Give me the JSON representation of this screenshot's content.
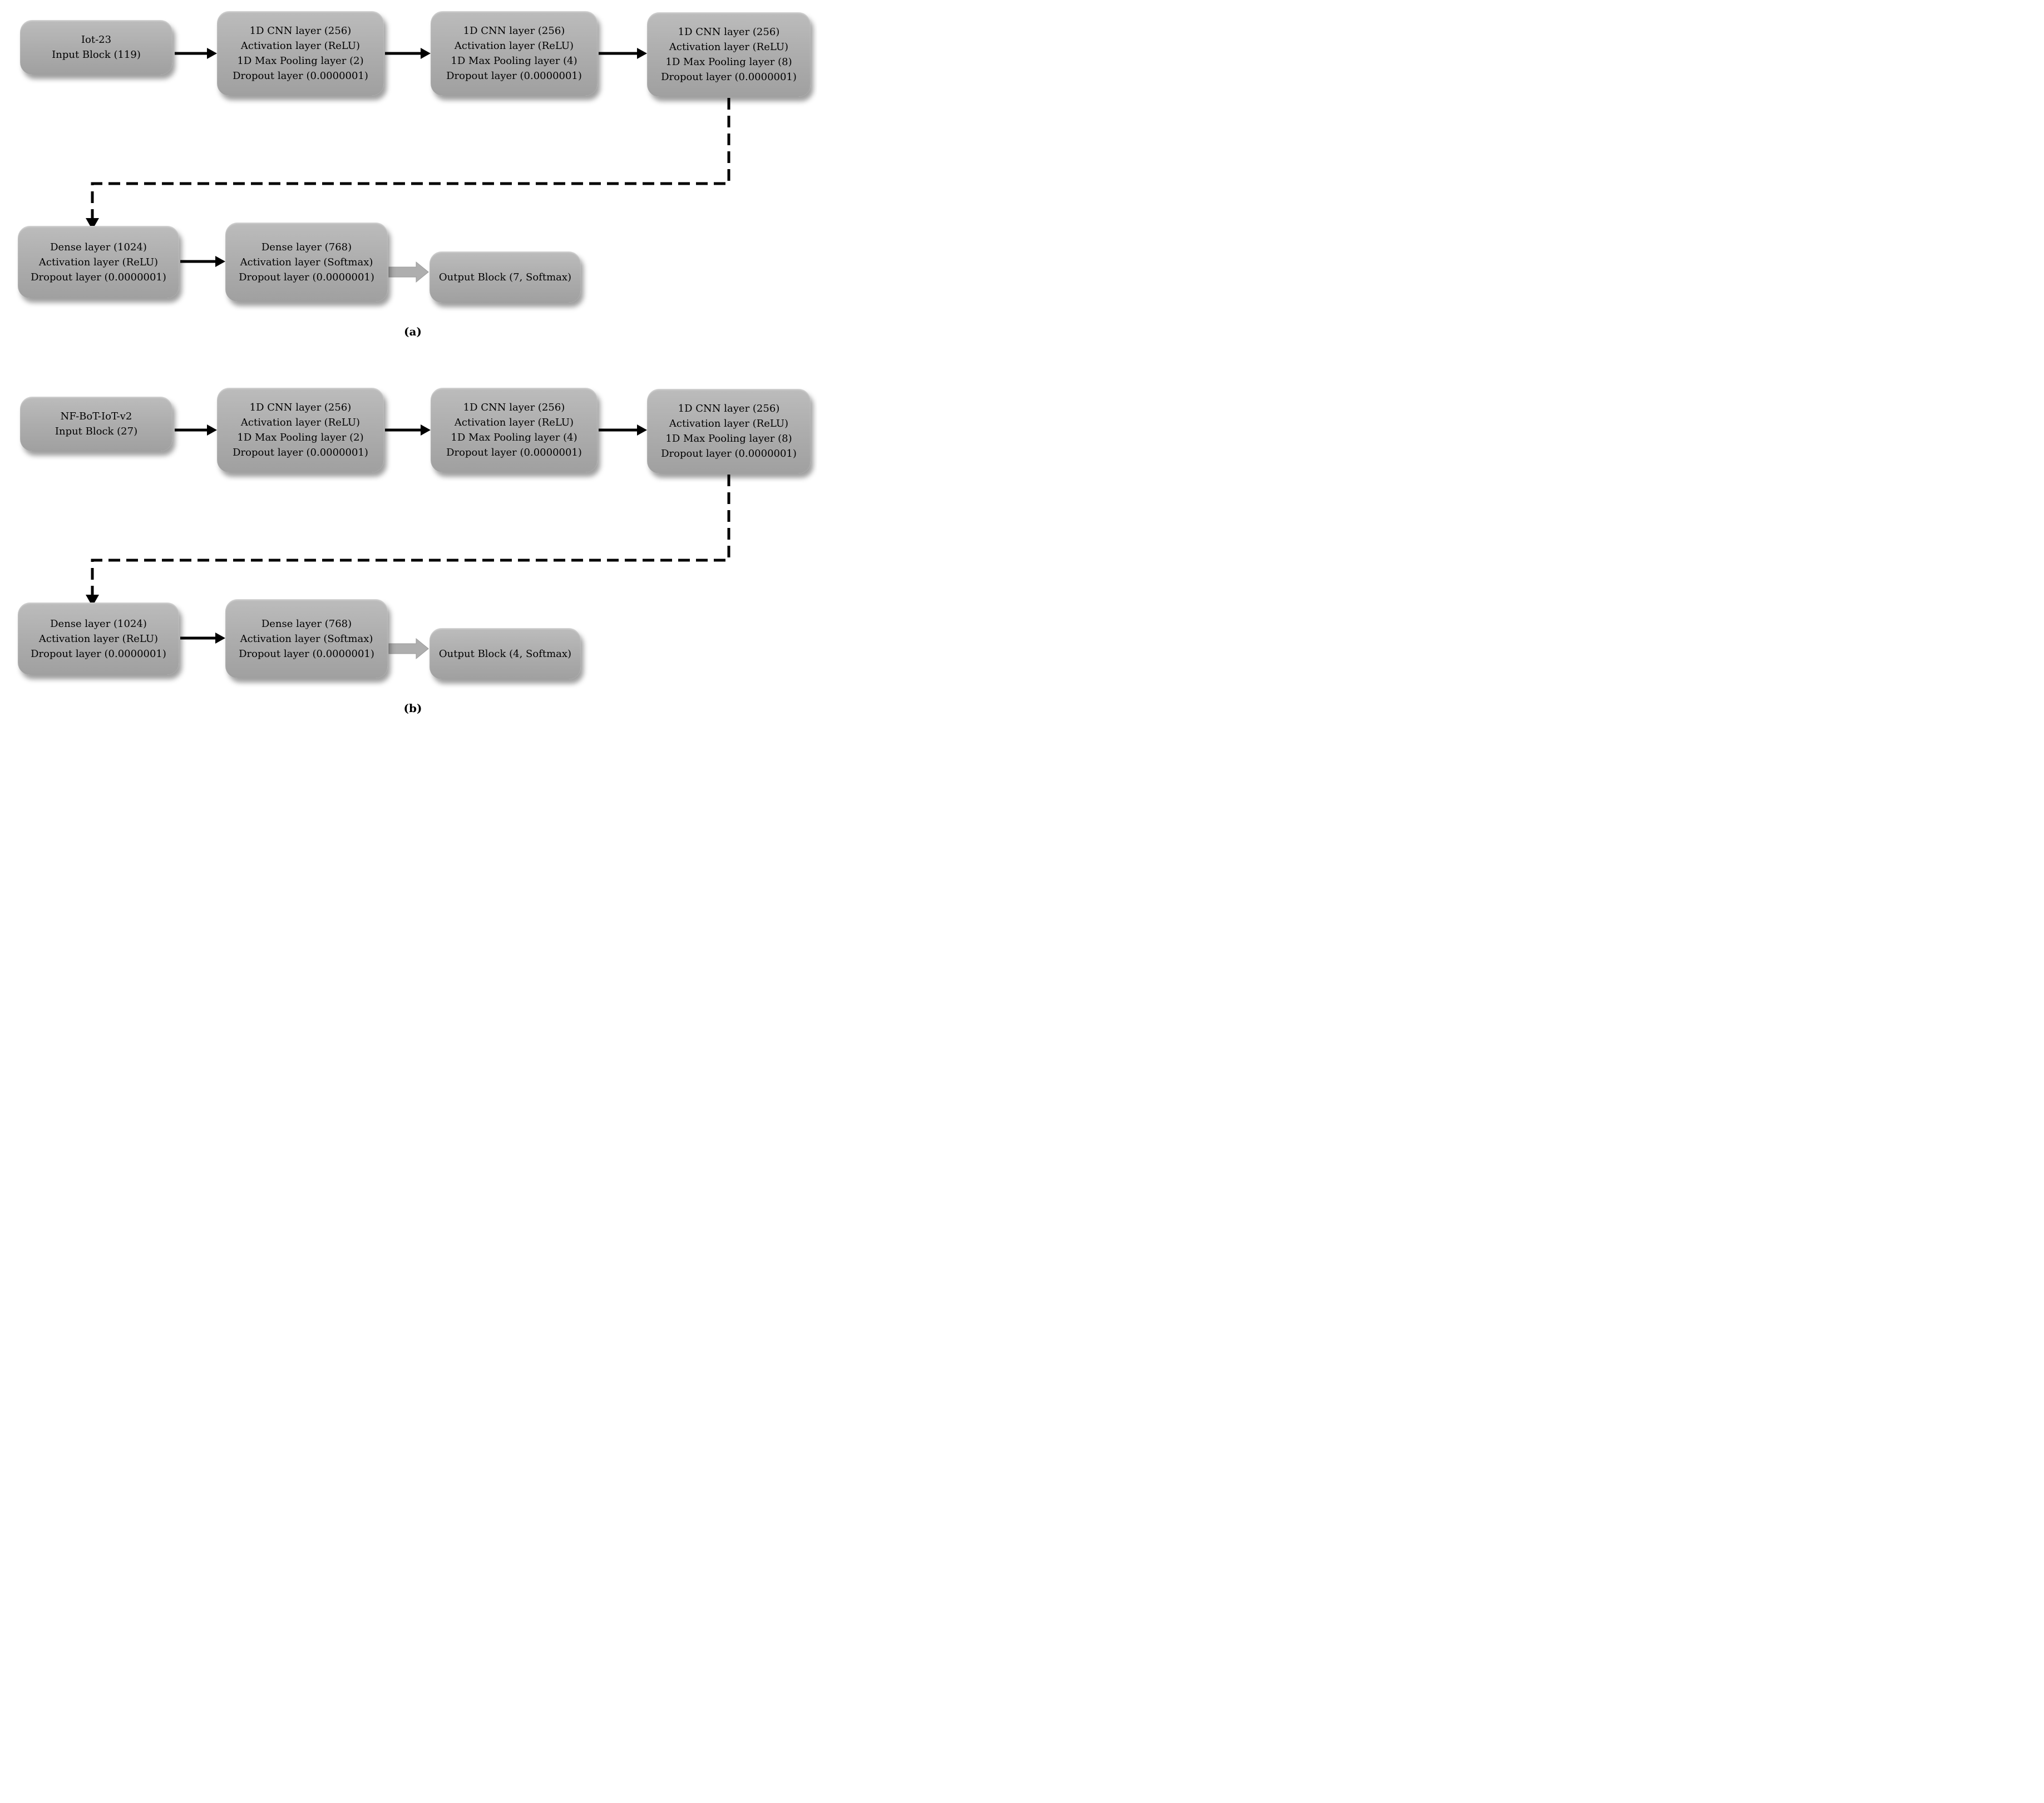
{
  "colors": {
    "node_fill": "#ababab",
    "node_fill_light": "#bcbcbc",
    "connector_black": "#000000",
    "block_arrow_gray": "#aeaeae",
    "background": "#ffffff"
  },
  "panel_a": {
    "label": "(a)",
    "input_block": {
      "line1": "Iot-23",
      "line2": "Input Block (119)"
    },
    "conv1": {
      "line1": "1D CNN layer (256)",
      "line2": "Activation layer (ReLU)",
      "line3": "1D Max Pooling layer (2)",
      "line4": "Dropout layer (0.0000001)"
    },
    "conv2": {
      "line1": "1D CNN layer (256)",
      "line2": "Activation layer (ReLU)",
      "line3": "1D Max Pooling layer (4)",
      "line4": "Dropout layer (0.0000001)"
    },
    "conv3": {
      "line1": "1D CNN layer (256)",
      "line2": "Activation layer (ReLU)",
      "line3": "1D Max Pooling layer (8)",
      "line4": "Dropout layer (0.0000001)"
    },
    "dense1": {
      "line1": "Dense layer (1024)",
      "line2": "Activation layer (ReLU)",
      "line3": "Dropout layer (0.0000001)"
    },
    "dense2": {
      "line1": "Dense layer (768)",
      "line2": "Activation layer (Softmax)",
      "line3": "Dropout layer (0.0000001)"
    },
    "output_block": {
      "line1": "Output Block (7, Softmax)"
    }
  },
  "panel_b": {
    "label": "(b)",
    "input_block": {
      "line1": "NF-BoT-IoT-v2",
      "line2": "Input Block (27)"
    },
    "conv1": {
      "line1": "1D CNN layer (256)",
      "line2": "Activation layer (ReLU)",
      "line3": "1D Max Pooling layer (2)",
      "line4": "Dropout layer (0.0000001)"
    },
    "conv2": {
      "line1": "1D CNN layer (256)",
      "line2": "Activation layer (ReLU)",
      "line3": "1D Max Pooling layer (4)",
      "line4": "Dropout layer (0.0000001)"
    },
    "conv3": {
      "line1": "1D CNN layer (256)",
      "line2": "Activation layer (ReLU)",
      "line3": "1D Max Pooling layer (8)",
      "line4": "Dropout layer (0.0000001)"
    },
    "dense1": {
      "line1": "Dense layer (1024)",
      "line2": "Activation layer (ReLU)",
      "line3": "Dropout layer (0.0000001)"
    },
    "dense2": {
      "line1": "Dense layer (768)",
      "line2": "Activation layer (Softmax)",
      "line3": "Dropout layer (0.0000001)"
    },
    "output_block": {
      "line1": "Output Block (4, Softmax)"
    }
  }
}
